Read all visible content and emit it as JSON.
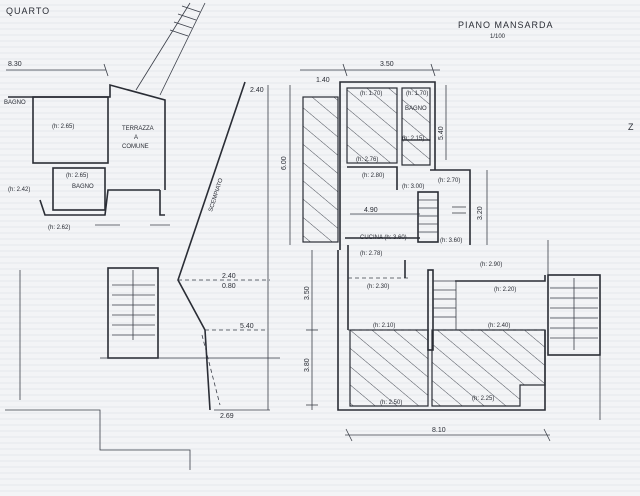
{
  "title": "PIANO MANSARDA",
  "scale": "1/100",
  "corner_label": "QUARTO",
  "edge_label": "BAGNO",
  "left_unit": {
    "room_height": "(h: 2.65)",
    "bath_height": "(h: 2.65)",
    "bath_label": "BAGNO",
    "terrace_label_1": "TERRAZZA",
    "terrace_label_2": "A",
    "terrace_label_3": "COMUNE",
    "hall_height": "(h: 2.42)",
    "stair_height": "(h: 2.62)",
    "dim_top": "8.30"
  },
  "void": {
    "label": "SCEMPIATO",
    "dim_1": "2.40",
    "dim_2": "0.80",
    "dim_3": "5.40",
    "dim_4": "2.69",
    "dim_5": "2.40"
  },
  "main_unit": {
    "dim_top": "3.50",
    "dim_top_left": "1.40",
    "dim_left": "6.00",
    "dim_mid": "5.40",
    "dim_right": "3.20",
    "dim_inner": "4.90",
    "dim_lower_1": "3.50",
    "dim_lower_2": "3.80",
    "dim_bottom": "8.10",
    "room_a": "(h: 1.70)",
    "room_b": "(h: 1.70)",
    "bath_label": "BAGNO",
    "bath_low": "(h: 2.15)",
    "h_276": "(h: 2.76)",
    "h_280": "(h: 2.80)",
    "h_300": "(h: 3.00)",
    "h_270": "(h: 2.70)",
    "kitchen": "CUCINA (h: 3.60)",
    "h_360": "(h: 3.60)",
    "h_278": "(h: 2.78)",
    "h_230": "(h: 2.30)",
    "h_290": "(h: 2.90)",
    "h_220": "(h: 2.20)",
    "h_210": "(h: 2.10)",
    "h_240": "(h: 2.40)",
    "h_250": "(h: 2.50)",
    "h_225": "(h: 2.25)"
  }
}
